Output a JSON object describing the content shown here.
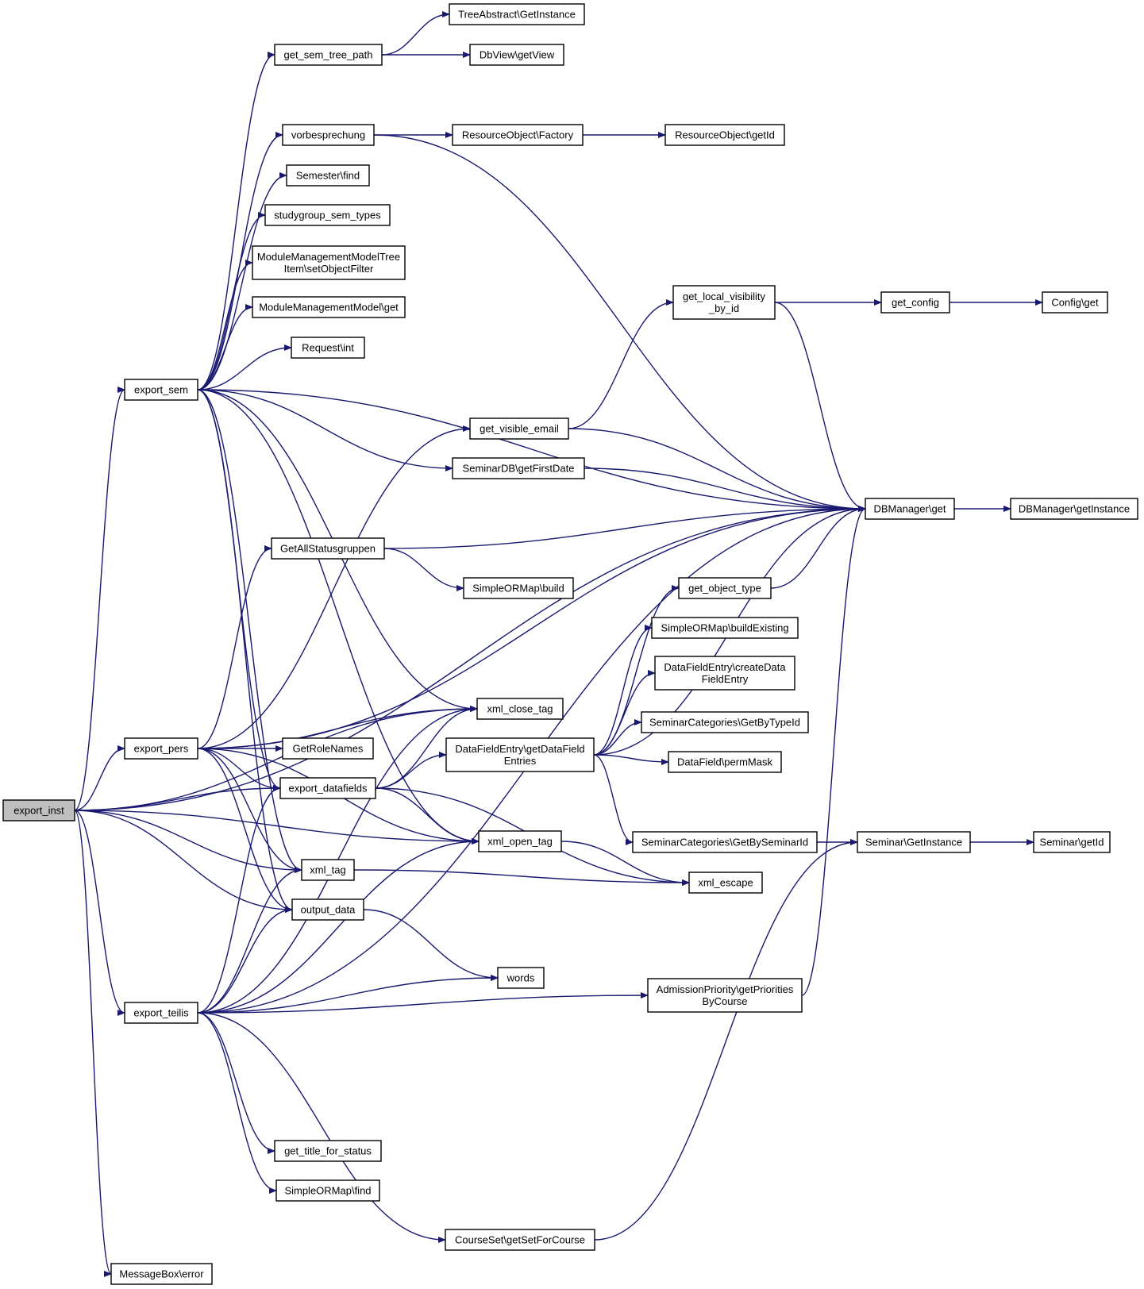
{
  "diagram": {
    "type": "call-graph",
    "edge_color": "#191970",
    "root_fill": "#bfbfbf",
    "nodes": [
      {
        "id": "export_inst",
        "lines": [
          "export_inst"
        ],
        "root": true
      },
      {
        "id": "export_sem",
        "lines": [
          "export_sem"
        ]
      },
      {
        "id": "export_pers",
        "lines": [
          "export_pers"
        ]
      },
      {
        "id": "export_teilis",
        "lines": [
          "export_teilis"
        ]
      },
      {
        "id": "MessageBox_error",
        "lines": [
          "MessageBox\\error"
        ]
      },
      {
        "id": "get_sem_tree_path",
        "lines": [
          "get_sem_tree_path"
        ]
      },
      {
        "id": "vorbesprechung",
        "lines": [
          "vorbesprechung"
        ]
      },
      {
        "id": "Semester_find",
        "lines": [
          "Semester\\find"
        ]
      },
      {
        "id": "studygroup_sem_types",
        "lines": [
          "studygroup_sem_types"
        ]
      },
      {
        "id": "MMMTreeItem_setObjectFilter",
        "lines": [
          "ModuleManagementModelTree",
          "Item\\setObjectFilter"
        ]
      },
      {
        "id": "MMM_get",
        "lines": [
          "ModuleManagementModel\\get"
        ]
      },
      {
        "id": "Request_int",
        "lines": [
          "Request\\int"
        ]
      },
      {
        "id": "GetAllStatusgruppen",
        "lines": [
          "GetAllStatusgruppen"
        ]
      },
      {
        "id": "GetRoleNames",
        "lines": [
          "GetRoleNames"
        ]
      },
      {
        "id": "export_datafields",
        "lines": [
          "export_datafields"
        ]
      },
      {
        "id": "xml_tag",
        "lines": [
          "xml_tag"
        ]
      },
      {
        "id": "output_data",
        "lines": [
          "output_data"
        ]
      },
      {
        "id": "get_title_for_status",
        "lines": [
          "get_title_for_status"
        ]
      },
      {
        "id": "SimpleORMap_find",
        "lines": [
          "SimpleORMap\\find"
        ]
      },
      {
        "id": "TreeAbstract_GetInstance",
        "lines": [
          "TreeAbstract\\GetInstance"
        ]
      },
      {
        "id": "DbView_getView",
        "lines": [
          "DbView\\getView"
        ]
      },
      {
        "id": "ResourceObject_Factory",
        "lines": [
          "ResourceObject\\Factory"
        ]
      },
      {
        "id": "get_visible_email",
        "lines": [
          "get_visible_email"
        ]
      },
      {
        "id": "SeminarDB_getFirstDate",
        "lines": [
          "SeminarDB\\getFirstDate"
        ]
      },
      {
        "id": "SimpleORMap_build",
        "lines": [
          "SimpleORMap\\build"
        ]
      },
      {
        "id": "xml_close_tag",
        "lines": [
          "xml_close_tag"
        ]
      },
      {
        "id": "DFE_getDataFieldEntries",
        "lines": [
          "DataFieldEntry\\getDataField",
          "Entries"
        ]
      },
      {
        "id": "xml_open_tag",
        "lines": [
          "xml_open_tag"
        ]
      },
      {
        "id": "words",
        "lines": [
          "words"
        ]
      },
      {
        "id": "CourseSet_getSetForCourse",
        "lines": [
          "CourseSet\\getSetForCourse"
        ]
      },
      {
        "id": "ResourceObject_getId",
        "lines": [
          "ResourceObject\\getId"
        ]
      },
      {
        "id": "get_local_visibility_by_id",
        "lines": [
          "get_local_visibility",
          "_by_id"
        ]
      },
      {
        "id": "get_object_type",
        "lines": [
          "get_object_type"
        ]
      },
      {
        "id": "SimpleORMap_buildExisting",
        "lines": [
          "SimpleORMap\\buildExisting"
        ]
      },
      {
        "id": "DFE_createDataFieldEntry",
        "lines": [
          "DataFieldEntry\\createData",
          "FieldEntry"
        ]
      },
      {
        "id": "SeminarCategories_GetByTypeId",
        "lines": [
          "SeminarCategories\\GetByTypeId"
        ]
      },
      {
        "id": "DataField_permMask",
        "lines": [
          "DataField\\permMask"
        ]
      },
      {
        "id": "SeminarCategories_GetBySeminarId",
        "lines": [
          "SeminarCategories\\GetBySeminarId"
        ]
      },
      {
        "id": "xml_escape",
        "lines": [
          "xml_escape"
        ]
      },
      {
        "id": "AdmissionPriority_getPrioritiesByCourse",
        "lines": [
          "AdmissionPriority\\getPriorities",
          "ByCourse"
        ]
      },
      {
        "id": "get_config",
        "lines": [
          "get_config"
        ]
      },
      {
        "id": "DBManager_get",
        "lines": [
          "DBManager\\get"
        ]
      },
      {
        "id": "Seminar_GetInstance",
        "lines": [
          "Seminar\\GetInstance"
        ]
      },
      {
        "id": "Config_get",
        "lines": [
          "Config\\get"
        ]
      },
      {
        "id": "DBManager_getInstance",
        "lines": [
          "DBManager\\getInstance"
        ]
      },
      {
        "id": "Seminar_getId",
        "lines": [
          "Seminar\\getId"
        ]
      }
    ],
    "edges": [
      [
        "export_inst",
        "export_sem"
      ],
      [
        "export_inst",
        "export_pers"
      ],
      [
        "export_inst",
        "export_teilis"
      ],
      [
        "export_inst",
        "MessageBox_error"
      ],
      [
        "export_inst",
        "DBManager_get"
      ],
      [
        "export_inst",
        "xml_close_tag"
      ],
      [
        "export_inst",
        "export_datafields"
      ],
      [
        "export_inst",
        "xml_tag"
      ],
      [
        "export_inst",
        "output_data"
      ],
      [
        "export_inst",
        "xml_open_tag"
      ],
      [
        "export_sem",
        "get_sem_tree_path"
      ],
      [
        "export_sem",
        "vorbesprechung"
      ],
      [
        "export_sem",
        "Semester_find"
      ],
      [
        "export_sem",
        "studygroup_sem_types"
      ],
      [
        "export_sem",
        "MMMTreeItem_setObjectFilter"
      ],
      [
        "export_sem",
        "MMM_get"
      ],
      [
        "export_sem",
        "Request_int"
      ],
      [
        "export_sem",
        "DBManager_get"
      ],
      [
        "export_sem",
        "SeminarDB_getFirstDate"
      ],
      [
        "export_sem",
        "xml_close_tag"
      ],
      [
        "export_sem",
        "export_datafields"
      ],
      [
        "export_sem",
        "xml_tag"
      ],
      [
        "export_sem",
        "output_data"
      ],
      [
        "export_sem",
        "xml_open_tag"
      ],
      [
        "export_pers",
        "get_visible_email"
      ],
      [
        "export_pers",
        "DBManager_get"
      ],
      [
        "export_pers",
        "GetAllStatusgruppen"
      ],
      [
        "export_pers",
        "GetRoleNames"
      ],
      [
        "export_pers",
        "xml_close_tag"
      ],
      [
        "export_pers",
        "export_datafields"
      ],
      [
        "export_pers",
        "xml_tag"
      ],
      [
        "export_pers",
        "output_data"
      ],
      [
        "export_pers",
        "xml_open_tag"
      ],
      [
        "export_teilis",
        "export_datafields"
      ],
      [
        "export_teilis",
        "xml_tag"
      ],
      [
        "export_teilis",
        "output_data"
      ],
      [
        "export_teilis",
        "xml_close_tag"
      ],
      [
        "export_teilis",
        "xml_open_tag"
      ],
      [
        "export_teilis",
        "words"
      ],
      [
        "export_teilis",
        "AdmissionPriority_getPrioritiesByCourse"
      ],
      [
        "export_teilis",
        "DBManager_get"
      ],
      [
        "export_teilis",
        "get_title_for_status"
      ],
      [
        "export_teilis",
        "SimpleORMap_find"
      ],
      [
        "export_teilis",
        "CourseSet_getSetForCourse"
      ],
      [
        "get_sem_tree_path",
        "TreeAbstract_GetInstance"
      ],
      [
        "get_sem_tree_path",
        "DbView_getView"
      ],
      [
        "vorbesprechung",
        "ResourceObject_Factory"
      ],
      [
        "vorbesprechung",
        "DBManager_get"
      ],
      [
        "ResourceObject_Factory",
        "ResourceObject_getId"
      ],
      [
        "GetAllStatusgruppen",
        "DBManager_get"
      ],
      [
        "GetAllStatusgruppen",
        "SimpleORMap_build"
      ],
      [
        "export_datafields",
        "xml_close_tag"
      ],
      [
        "export_datafields",
        "DFE_getDataFieldEntries"
      ],
      [
        "export_datafields",
        "xml_open_tag"
      ],
      [
        "export_datafields",
        "xml_escape"
      ],
      [
        "xml_tag",
        "xml_escape"
      ],
      [
        "xml_open_tag",
        "xml_escape"
      ],
      [
        "output_data",
        "words"
      ],
      [
        "get_visible_email",
        "get_local_visibility_by_id"
      ],
      [
        "get_visible_email",
        "DBManager_get"
      ],
      [
        "SeminarDB_getFirstDate",
        "DBManager_get"
      ],
      [
        "get_local_visibility_by_id",
        "get_config"
      ],
      [
        "get_local_visibility_by_id",
        "DBManager_get"
      ],
      [
        "get_config",
        "Config_get"
      ],
      [
        "DFE_getDataFieldEntries",
        "get_object_type"
      ],
      [
        "DFE_getDataFieldEntries",
        "SimpleORMap_buildExisting"
      ],
      [
        "DFE_getDataFieldEntries",
        "DFE_createDataFieldEntry"
      ],
      [
        "DFE_getDataFieldEntries",
        "SeminarCategories_GetByTypeId"
      ],
      [
        "DFE_getDataFieldEntries",
        "DataField_permMask"
      ],
      [
        "DFE_getDataFieldEntries",
        "SeminarCategories_GetBySeminarId"
      ],
      [
        "DFE_getDataFieldEntries",
        "DBManager_get"
      ],
      [
        "get_object_type",
        "DBManager_get"
      ],
      [
        "SeminarCategories_GetBySeminarId",
        "Seminar_GetInstance"
      ],
      [
        "Seminar_GetInstance",
        "Seminar_getId"
      ],
      [
        "AdmissionPriority_getPrioritiesByCourse",
        "DBManager_get"
      ],
      [
        "CourseSet_getSetForCourse",
        "Seminar_GetInstance"
      ],
      [
        "DBManager_get",
        "DBManager_getInstance"
      ]
    ]
  }
}
